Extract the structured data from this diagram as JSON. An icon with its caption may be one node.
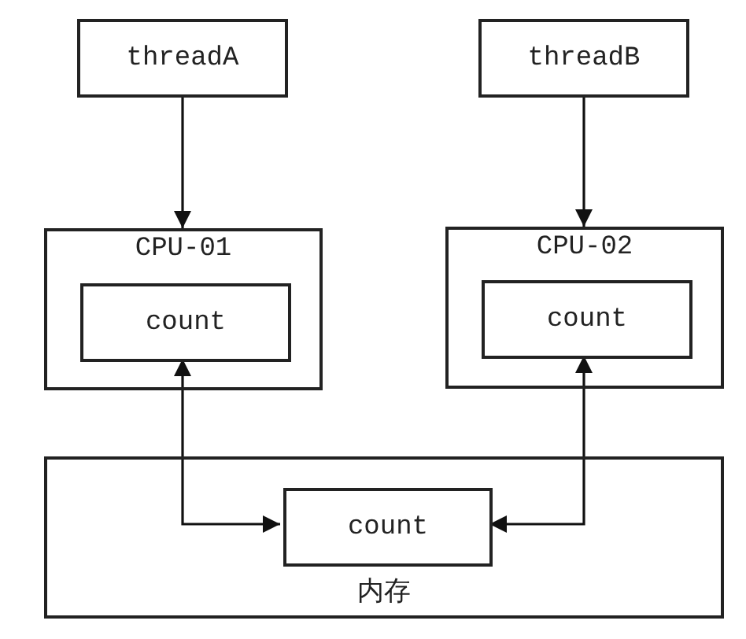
{
  "diagram": {
    "nodes": [
      {
        "text": [
          "threadA"
        ]
      },
      {
        "text": [
          "threadB"
        ]
      },
      {
        "text": [
          "CPU-01"
        ]
      },
      {
        "text": [
          "count"
        ],
        "in": 2
      },
      {
        "text": [
          "CPU-02"
        ]
      },
      {
        "text": [
          "count"
        ],
        "in": 4
      },
      {
        "text": [
          "内存"
        ]
      },
      {
        "text": [
          "count"
        ],
        "in": 6
      }
    ],
    "edges": [
      {
        "from": 0,
        "to": 2,
        "arrow": "to"
      },
      {
        "from": 1,
        "to": 4,
        "arrow": "to"
      },
      {
        "from": 3,
        "to": 7,
        "arrow": "both"
      },
      {
        "from": 5,
        "to": 7,
        "arrow": "both"
      }
    ]
  }
}
